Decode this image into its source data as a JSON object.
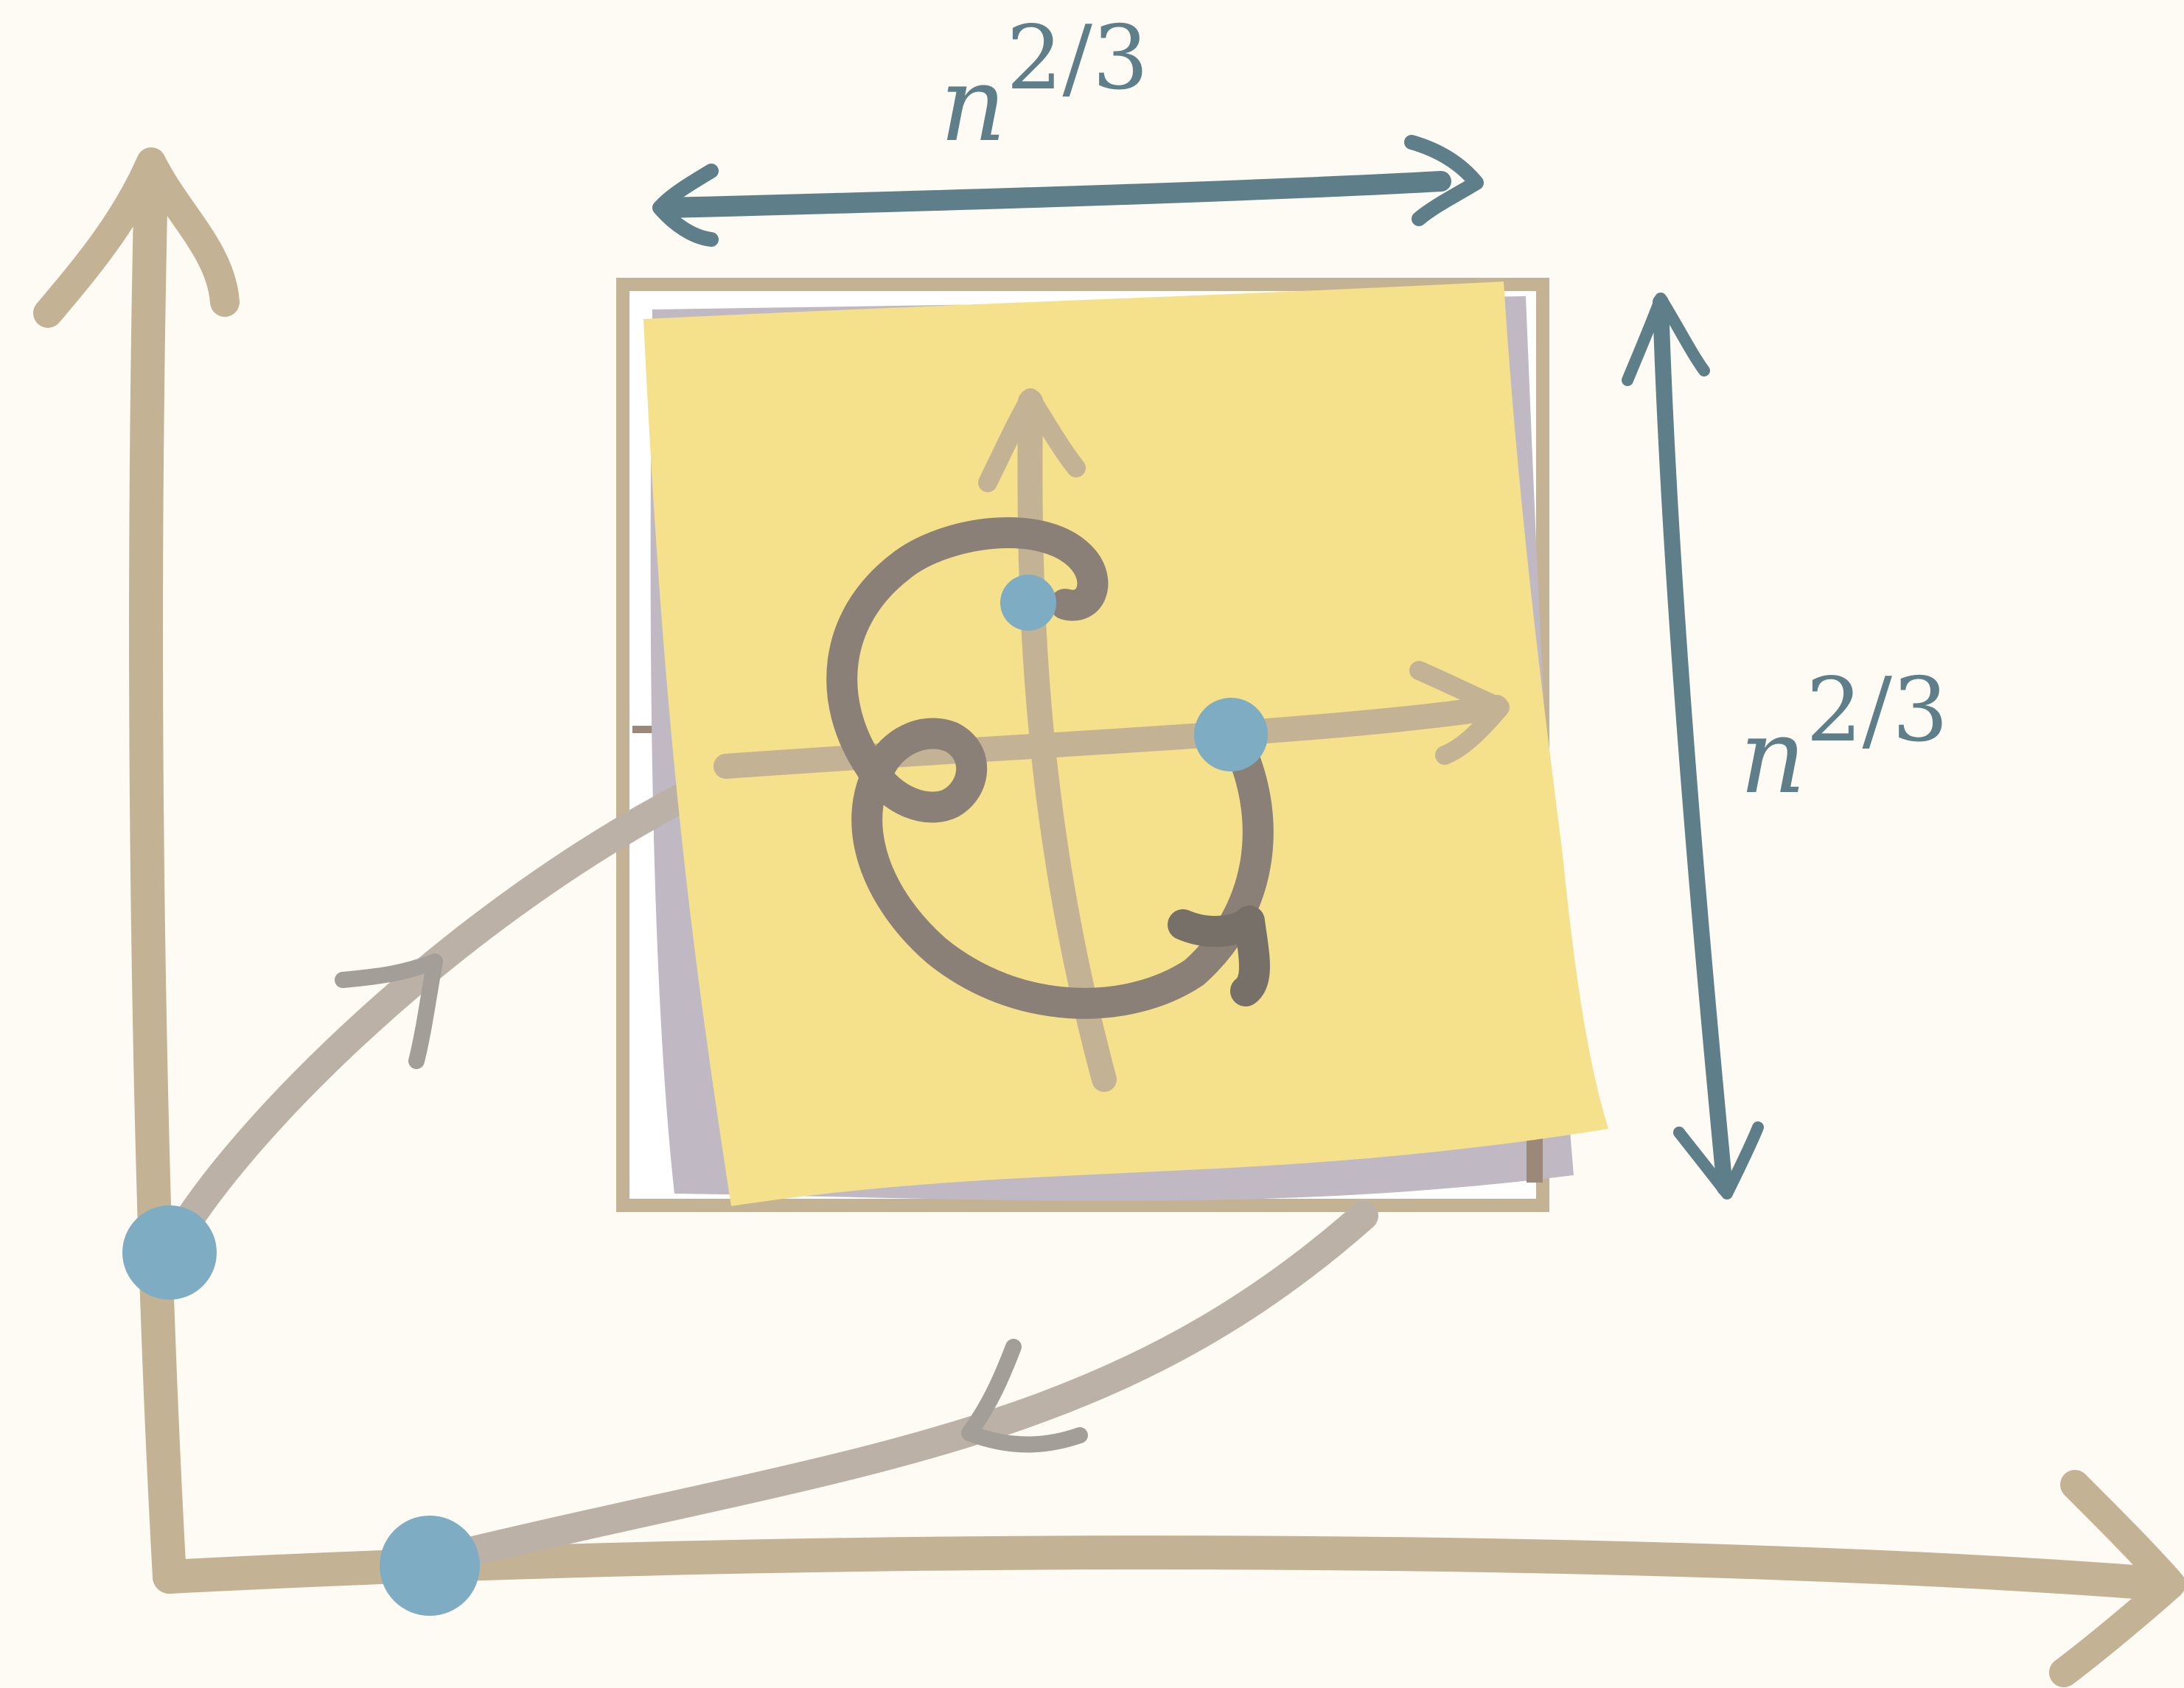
{
  "colors": {
    "background": "#fefbf4",
    "axis": "#c4b294",
    "dimension": "#5e7f8a",
    "sticky_note": "#f5e08b",
    "curve": "#bbb1a7",
    "curve_arrow": "#a39e98",
    "scribble": "#8a8078",
    "shadow": "#c0b9c3",
    "point": "#7eacc2",
    "frame": "#c4b294"
  },
  "top_dimension": {
    "variable": "n",
    "exponent": "2/3"
  },
  "right_dimension": {
    "variable": "n",
    "exponent": "2/3"
  }
}
